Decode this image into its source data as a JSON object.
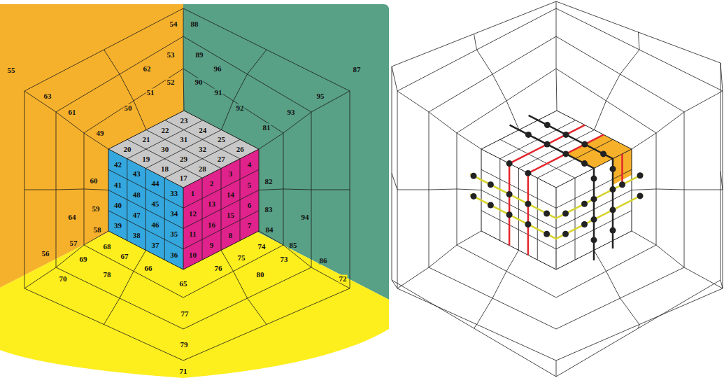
{
  "diagram": {
    "labels": [
      "1",
      "2",
      "3",
      "4",
      "5",
      "6",
      "7",
      "8",
      "9",
      "10",
      "11",
      "12",
      "13",
      "14",
      "15",
      "16",
      "17",
      "18",
      "19",
      "20",
      "21",
      "22",
      "23",
      "24",
      "25",
      "26",
      "27",
      "28",
      "29",
      "30",
      "31",
      "32",
      "33",
      "34",
      "35",
      "36",
      "37",
      "38",
      "39",
      "40",
      "41",
      "42",
      "43",
      "44",
      "45",
      "46",
      "47",
      "48",
      "49",
      "50",
      "51",
      "52",
      "53",
      "54",
      "55",
      "56",
      "57",
      "58",
      "59",
      "60",
      "61",
      "62",
      "63",
      "64",
      "65",
      "66",
      "67",
      "68",
      "69",
      "70",
      "71",
      "72",
      "73",
      "74",
      "75",
      "76",
      "77",
      "78",
      "79",
      "80",
      "81",
      "82",
      "83",
      "84",
      "85",
      "86",
      "87",
      "88",
      "89",
      "90",
      "91",
      "92",
      "93",
      "94",
      "95",
      "96"
    ]
  }
}
